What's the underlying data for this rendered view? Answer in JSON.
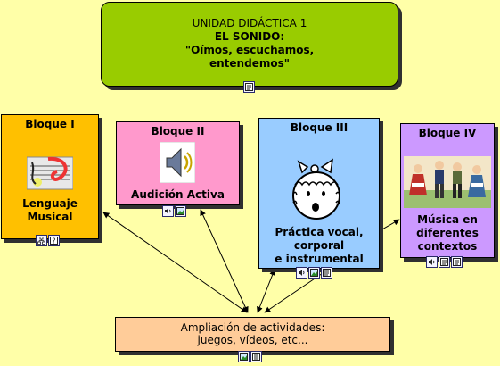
{
  "root": {
    "line1": "UNIDAD DIDÁCTICA 1",
    "line2": "EL SONIDO:",
    "line3": "\"Oímos, escuchamos,",
    "line4": "entendemos\""
  },
  "bloque1": {
    "title": "Bloque I",
    "label_line1": "Lenguaje",
    "label_line2": "Musical"
  },
  "bloque2": {
    "title": "Bloque II",
    "label": "Audición Activa"
  },
  "bloque3": {
    "title": "Bloque III",
    "label_line1": "Práctica vocal,",
    "label_line2": "corporal",
    "label_line3": "e instrumental"
  },
  "bloque4": {
    "title": "Bloque IV",
    "label_line1": "Música en",
    "label_line2": "diferentes",
    "label_line3": "contextos"
  },
  "ampliacion": {
    "line1": "Ampliación de actividades:",
    "line2": "juegos, vídeos, etc..."
  },
  "icons": {
    "root": [
      "note-icon"
    ],
    "bloque1": [
      "mindmap-icon",
      "help-icon"
    ],
    "bloque2": [
      "speaker-icon",
      "image-icon"
    ],
    "bloque3": [
      "speaker-icon",
      "image-icon",
      "note-icon"
    ],
    "bloque4": [
      "speaker-icon",
      "note-icon",
      "note-icon"
    ],
    "ampliacion": [
      "image-icon",
      "note-icon"
    ]
  },
  "colors": {
    "background": "#ffffa8",
    "root": "#99cc00",
    "bloque1": "#ffc000",
    "bloque2": "#ff99cc",
    "bloque3": "#99ccff",
    "bloque4": "#cc99ff",
    "ampliacion": "#ffcc99"
  }
}
